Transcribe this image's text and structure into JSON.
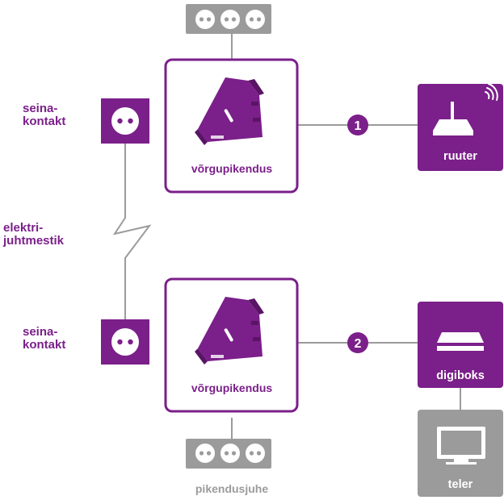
{
  "labels": {
    "wall_outlet_top": [
      "seina-",
      "kontakt"
    ],
    "wall_outlet_bottom": [
      "seina-",
      "kontakt"
    ],
    "wiring": [
      "elektri-",
      "juhtmestik"
    ],
    "adapter_top": "võrgupikendus",
    "adapter_bottom": "võrgupikendus",
    "router": "ruuter",
    "settop": "digiboks",
    "tv": "teler",
    "power_strip": "pikendusjuhe"
  },
  "connections": [
    {
      "number": "1"
    },
    {
      "number": "2"
    }
  ],
  "colors": {
    "accent": "#7b1f8a",
    "grey": "#9b9b9b",
    "line": "#9b9b9b",
    "white": "#ffffff"
  }
}
